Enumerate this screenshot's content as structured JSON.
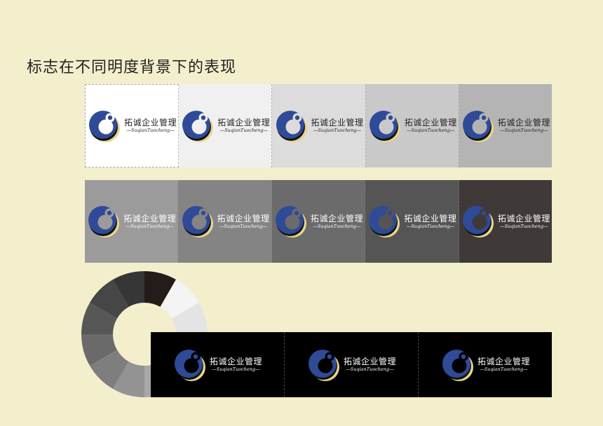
{
  "page": {
    "title": "标志在不同明度背景下的表现"
  },
  "logo": {
    "name_cn": "拓诚企业管理",
    "name_en": "—SuqianTuocheng—"
  },
  "colors": {
    "logo_blue": "#2f4a97",
    "logo_gold": "#e8d58a",
    "logo_dark": "#111111",
    "page_bg": "#f3efcc"
  },
  "rows": [
    {
      "name": "light-row",
      "tiles": [
        {
          "bg": "#ffffff",
          "ink": "#222222"
        },
        {
          "bg": "#f0f0f0",
          "ink": "#222222"
        },
        {
          "bg": "#dcdcdc",
          "ink": "#222222"
        },
        {
          "bg": "#c9c9c9",
          "ink": "#222222"
        },
        {
          "bg": "#b4b4b4",
          "ink": "#222222"
        }
      ]
    },
    {
      "name": "mid-row",
      "tiles": [
        {
          "bg": "#9b9b9b",
          "ink": "#ffffff"
        },
        {
          "bg": "#848484",
          "ink": "#ffffff"
        },
        {
          "bg": "#6b6b6b",
          "ink": "#ffffff"
        },
        {
          "bg": "#555555",
          "ink": "#ffffff"
        },
        {
          "bg": "#3f3a38",
          "ink": "#ffffff"
        }
      ]
    },
    {
      "name": "dark-row",
      "tiles": [
        {
          "bg": "#000000",
          "ink": "#ffffff"
        },
        {
          "bg": "#000000",
          "ink": "#ffffff"
        },
        {
          "bg": "#000000",
          "ink": "#ffffff"
        }
      ]
    }
  ],
  "wheel_segments": [
    "#231c1a",
    "#f4f4f4",
    "#e4e4e4",
    "#d2d2d2",
    "#bdbdbd",
    "#a8a8a8",
    "#939393",
    "#7e7e7e",
    "#6a6a6a",
    "#575757",
    "#464646",
    "#363636"
  ]
}
